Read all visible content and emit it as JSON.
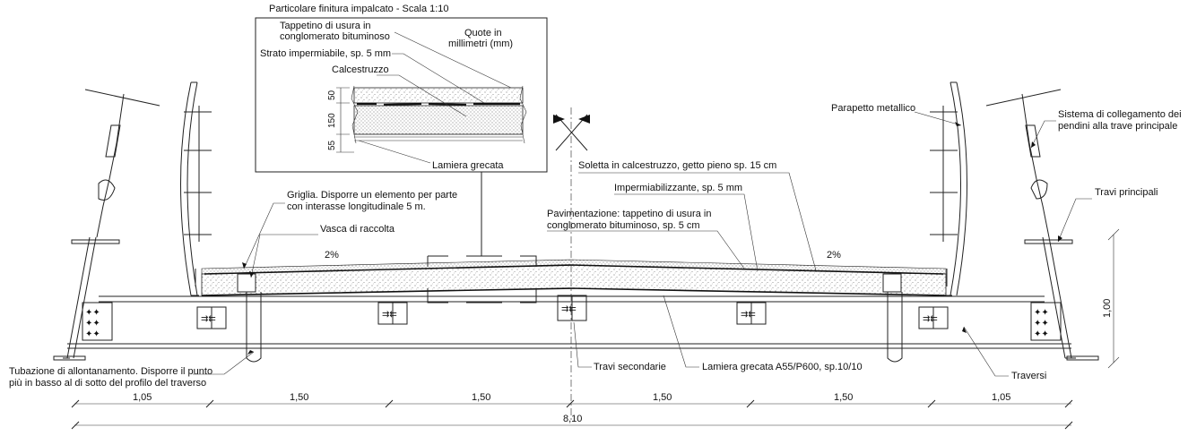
{
  "detail": {
    "title": "Particolare finitura impalcato - Scala 1:10",
    "wearing_layer_line1": "Tappetino di usura in",
    "wearing_layer_line2": "conglomerato bituminoso",
    "units_line1": "Quote in",
    "units_line2": "millimetri (mm)",
    "waterproof_layer": "Strato impermiabile, sp. 5 mm",
    "concrete": "Calcestruzzo",
    "dim_50": "50",
    "dim_150": "150",
    "dim_55": "55",
    "corrugated_sheet": "Lamiera grecata"
  },
  "section": {
    "grate_line1": "Griglia. Disporre un elemento per parte",
    "grate_line2": "con interasse longitudinale 5 m.",
    "collection_tank": "Vasca di raccolta",
    "slope_left": "2%",
    "slope_right": "2%",
    "slab": "Soletta in calcestruzzo, getto pieno sp. 15 cm",
    "waterproofing": "Impermiabilizzante, sp. 5 mm",
    "paving_line1": "Pavimentazione: tappetino di usura in",
    "paving_line2": "conglomerato bituminoso, sp. 5 cm",
    "parapet": "Parapetto metallico",
    "hanger_line1": "Sistema di collegamento dei",
    "hanger_line2": "pendini alla trave principale",
    "main_beams": "Travi principali",
    "height_dim": "1,00",
    "drain_line1": "Tubazione di allontanamento. Disporre il punto",
    "drain_line2": "più in basso al di sotto del profilo del traverso",
    "secondary_beams": "Travi secondarie",
    "deck_sheet": "Lamiera grecata A55/P600, sp.10/10",
    "crossbeams": "Traversi"
  },
  "dimensions": {
    "segments": [
      "1,05",
      "1,50",
      "1,50",
      "1,50",
      "1,50",
      "1,05"
    ],
    "total": "8,10"
  }
}
